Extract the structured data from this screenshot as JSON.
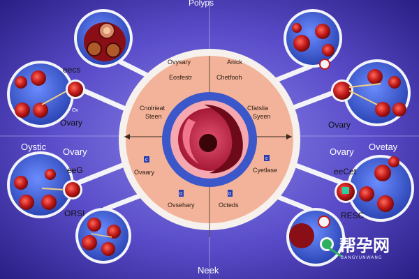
{
  "title": "Polyps",
  "bottom_label": "Neek",
  "center": {
    "labels": [
      {
        "text": "Ovysary"
      },
      {
        "text": "Anick"
      },
      {
        "text": "Eosfestr"
      },
      {
        "text": "Chetfooh"
      },
      {
        "text": "Cnolrieat"
      },
      {
        "text": "Steen"
      },
      {
        "text": "Cfatslia"
      },
      {
        "text": "Syeen"
      },
      {
        "text": "Ovaary"
      },
      {
        "text": "Cyetlase"
      },
      {
        "text": "Ovsehary"
      },
      {
        "text": "Octeds"
      }
    ],
    "markers": [
      "c",
      "c",
      "0",
      "0"
    ]
  },
  "side_labels": {
    "left_top_callout": "eecs",
    "left_top_small": "Ov",
    "left_top_ovary": "Ovary",
    "left_oystic": "Oystic",
    "left_ovary": "Ovary",
    "left_bottom_callout": "eeG",
    "left_bottom_small": "ORSI",
    "right_ovary": "Ovary",
    "right_ovary2": "Ovary",
    "right_ovetay": "Ovetay",
    "right_bottom_callout": "eeCet",
    "right_bottom_small": "RESC"
  },
  "watermark": {
    "main": "帮孕网",
    "sub": "BANGYUNWANG"
  },
  "colors": {
    "background": "#3b2f9e",
    "ring": "#f6f1ec",
    "center_fill": "#f3b39a",
    "core_blue": "#3b57c9",
    "core_red": "#b01f3a",
    "follicle": "#c21a1a",
    "bubble": "#3c5fd6"
  }
}
